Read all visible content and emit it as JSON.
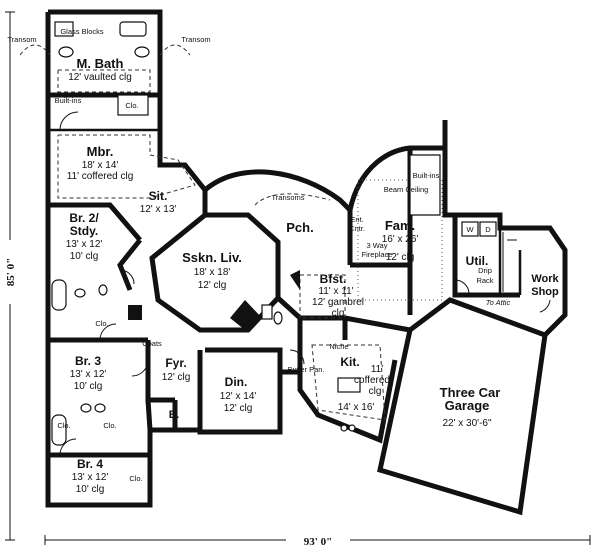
{
  "dimensions": {
    "width": "93' 0\"",
    "depth": "85' 0\""
  },
  "rooms": {
    "mbath": {
      "name": "M. Bath",
      "size": "",
      "ceiling": "12' vaulted clg"
    },
    "mbr": {
      "name": "Mbr.",
      "size": "18' x 14'",
      "ceiling": "11' coffered clg"
    },
    "sit": {
      "name": "Sit.",
      "size": "12' x 13'",
      "ceiling": ""
    },
    "br2": {
      "name": "Br. 2/",
      "name2": "Stdy.",
      "size": "13' x 12'",
      "ceiling": "10' clg"
    },
    "liv": {
      "name": "Sskn. Liv.",
      "size": "18' x 18'",
      "ceiling": "12' clg"
    },
    "pch": {
      "name": "Pch.",
      "size": "",
      "ceiling": ""
    },
    "fam": {
      "name": "Fam.",
      "size": "16' x 26'",
      "ceiling": "12' clg"
    },
    "util": {
      "name": "Util.",
      "size": "",
      "ceiling": ""
    },
    "work": {
      "name": "Work",
      "name2": "Shop",
      "size": "",
      "ceiling": ""
    },
    "bfst": {
      "name": "Bfst.",
      "size": "11' x 11'",
      "ceiling": "12' gambrel",
      "ceiling2": "clg"
    },
    "br3": {
      "name": "Br. 3",
      "size": "13' x 12'",
      "ceiling": "10' clg"
    },
    "fyr": {
      "name": "Fyr.",
      "size": "",
      "ceiling": "12' clg"
    },
    "din": {
      "name": "Din.",
      "size": "12' x 14'",
      "ceiling": "12' clg"
    },
    "kit": {
      "name": "Kit.",
      "size": "",
      "ceiling": "11'",
      "ceiling2": "coffered",
      "ceiling3": "clg",
      "size2": "14' x 16'"
    },
    "garage": {
      "name": "Three Car",
      "name2": "Garage",
      "size": "22' x 30'-6\""
    },
    "br4": {
      "name": "Br. 4",
      "size": "13' x 12'",
      "ceiling": "10' clg"
    },
    "entry": {
      "name": "E."
    }
  },
  "labels": {
    "glass_blocks": "Glass Blocks",
    "transom_left": "Transom",
    "transom_right": "Transom",
    "transoms": "Transoms",
    "built_ins_bath": "Built-ins",
    "built_ins_fam": "Built-ins",
    "clo": "Clo.",
    "beam_ceiling": "Beam Ceiling",
    "ent_cntr_1": "Ent.",
    "ent_cntr_2": "Cntr.",
    "fireplace_1": "3 Way",
    "fireplace_2": "Fireplace",
    "drip_rack_1": "Drip",
    "drip_rack_2": "Rack",
    "washer": "W",
    "dryer": "D",
    "to_attic": "To Attic",
    "coats": "Coats",
    "niche": "Niche",
    "butler_pan": "Butler Pan."
  }
}
